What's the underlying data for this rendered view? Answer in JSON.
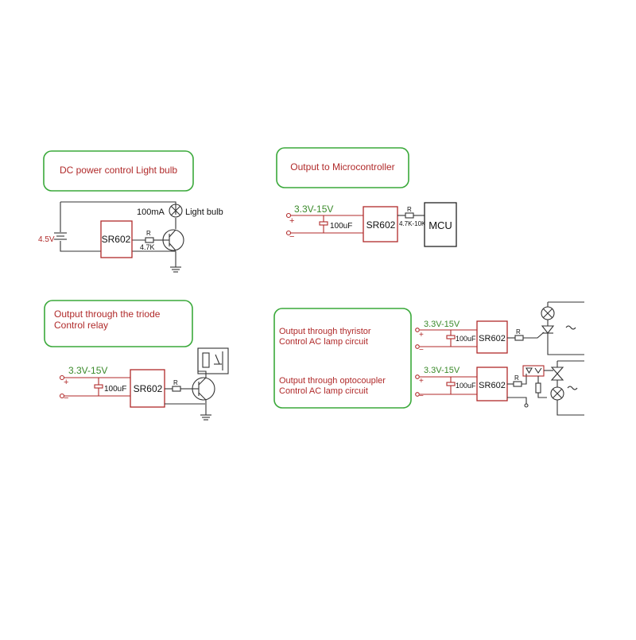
{
  "panels": {
    "light_bulb": {
      "title": "DC power control Light bulb",
      "current": "100mA",
      "bulb_label": "Light bulb",
      "supply": "4.5V",
      "chip": "SR602",
      "resistor_name": "R",
      "resistor_value": "4.7K"
    },
    "mcu": {
      "title": "Output to Microcontroller",
      "voltage": "3.3V-15V",
      "cap": "100uF",
      "chip": "SR602",
      "resistor_name": "R",
      "resistor_value": "4.7K-10K",
      "mcu_label": "MCU",
      "plus": "+",
      "minus": "−"
    },
    "relay": {
      "title_line1": "Output through the triode",
      "title_line2": "Control relay",
      "voltage": "3.3V-15V",
      "cap": "100uF",
      "chip": "SR602",
      "resistor_name": "R",
      "plus": "+",
      "minus": "−"
    },
    "ac_lamp": {
      "thyristor_line1": "Output through thyristor",
      "thyristor_line2": "Control AC lamp circuit",
      "opto_line1": "Output through optocoupler",
      "opto_line2": "Control AC lamp circuit",
      "voltage_top": "3.3V-15V",
      "voltage_bottom": "3.3V-15V",
      "cap_top": "100uF",
      "cap_bottom": "100uF",
      "chip_top": "SR602",
      "chip_bottom": "SR602",
      "resistor_top": "R",
      "resistor_bottom": "R",
      "plus": "+",
      "minus": "−"
    }
  },
  "colors": {
    "frame": "#3aa93a",
    "label_red": "#b02a2a",
    "label_green": "#3a8a2a",
    "wire": "#333333"
  }
}
